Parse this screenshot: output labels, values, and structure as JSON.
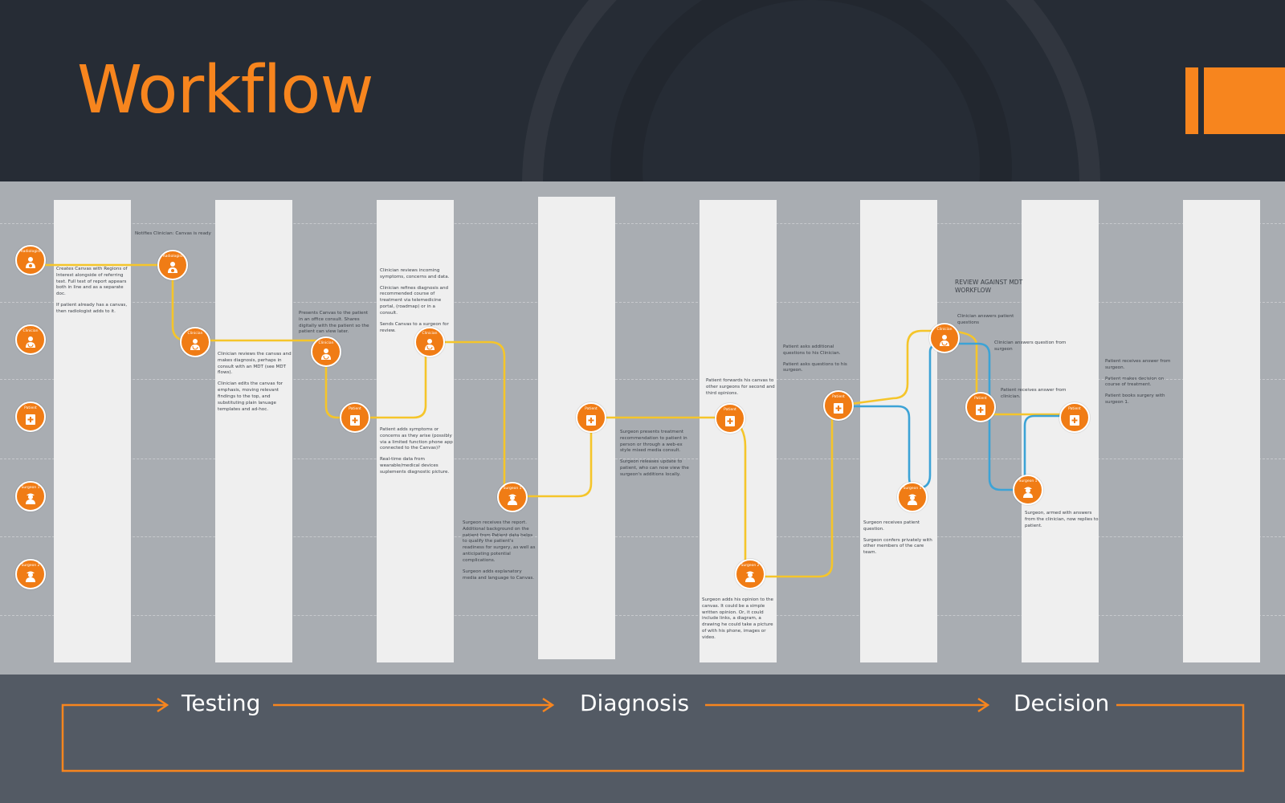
{
  "header": {
    "title": "Workflow"
  },
  "colors": {
    "orange": "#f07c15",
    "yellow": "#f5c52a",
    "blue": "#3ca3d6",
    "header_bg": "#262c35",
    "footer_bg": "#535a64"
  },
  "lanes": [
    {
      "label": "Radiologist",
      "icon": "radiologist-icon"
    },
    {
      "label": "Clinician",
      "icon": "clinician-icon"
    },
    {
      "label": "Patient",
      "icon": "patient-icon"
    },
    {
      "label": "Surgeon 1",
      "icon": "surgeon-icon"
    },
    {
      "label": "Surgeon 2",
      "icon": "surgeon-icon"
    }
  ],
  "nodes": [
    {
      "label": "Radiologist",
      "icon": "radiologist-icon"
    },
    {
      "label": "Clinician",
      "icon": "clinician-icon"
    },
    {
      "label": "Clinician",
      "icon": "clinician-icon"
    },
    {
      "label": "Patient",
      "icon": "patient-icon"
    },
    {
      "label": "Clinician",
      "icon": "clinician-icon"
    },
    {
      "label": "Surgeon 1",
      "icon": "surgeon-icon"
    },
    {
      "label": "Patient",
      "icon": "patient-icon"
    },
    {
      "label": "Patient",
      "icon": "patient-icon"
    },
    {
      "label": "Surgeon 2",
      "icon": "surgeon-icon"
    },
    {
      "label": "Patient",
      "icon": "patient-icon"
    },
    {
      "label": "Clinician",
      "icon": "clinician-icon"
    },
    {
      "label": "Surgeon 1",
      "icon": "surgeon-icon"
    },
    {
      "label": "Patient",
      "icon": "patient-icon"
    },
    {
      "label": "Surgeon 1",
      "icon": "surgeon-icon"
    },
    {
      "label": "Patient",
      "icon": "patient-icon"
    }
  ],
  "notes": {
    "n1": "Notifies Clinician: Canvas is ready",
    "n2a": "Creates Canvas with Regions of Interest alongside of referring text. Full text of report appears both in line and as a separate doc.",
    "n2b": "If patient already has a canvas, then radiologist adds to it.",
    "n3a": "Clinician reviews the canvas and makes diagnosis, perhaps in consult with an MDT (see MDT flows).",
    "n3b": "Clinician edits the canvas for emphasis, moving relevant findings to the top, and substituting plain lanuage templates and ad-hoc.",
    "n4": "Presents Canvas to the patient in an office consult. Shares digitally with the patient so the patient can view later.",
    "n5a": "Clinician reviews incoming symptoms, concerns and data.",
    "n5b": "Clinician refines diagnosis and recommended course of treatment via telemedicine portal, (roadmap) or in a consult.",
    "n5c": "Sends Canvas to a surgeon for review.",
    "n6a": "Patient adds symptoms or concerns as they arise (possibly via a limited function phone app connected to the Canvas)?",
    "n6b": "Real-time data from wearable/medical devices suplements diagnostic picture.",
    "n7a": "Surgeon receives the report. Additional background on the patient from Patient data helps to qualify the patient's readiness for surgery, as well as anticipating potential complications.",
    "n7b": "Surgeon adds explanatory media and language to Canvas.",
    "n8a": "Surgeon presents treatment recommendation to patient in person or through a web-ex style mixed media consult.",
    "n8b": "Surgeon releases update to patient, who can now view the surgeon's additions locally.",
    "n9": "Patient forwards his canvas to other surgeons for second and third opinions.",
    "n10": "Surgeon adds his opinion to the canvas. It could be a simple written opinion. Or, it could include links, a diagram, a drawing he could take a picture of with his phone, images or video.",
    "n11a": "Patient asks additional questions to his Clinician.",
    "n11b": "Patient asks questions to his surgeon.",
    "n12a": "Surgeon receives patient question.",
    "n12b": "Surgeon confers privately with other members of the care team.",
    "review": "REVIEW AGAINST MDT WORKFLOW",
    "n13": "Clinician answers patient questions",
    "n14": "Clinician answers question from surgeon",
    "n15": "Patient receives answer from clinician.",
    "n16": "Surgeon, armed with answers from the clinician, now replies to patient.",
    "n17a": "Patient receives answer from surgeon.",
    "n17b": "Patient makes decision on course of treatment.",
    "n17c": "Patient books surgery with surgeon 1."
  },
  "phases": [
    "Testing",
    "Diagnosis",
    "Decision"
  ]
}
